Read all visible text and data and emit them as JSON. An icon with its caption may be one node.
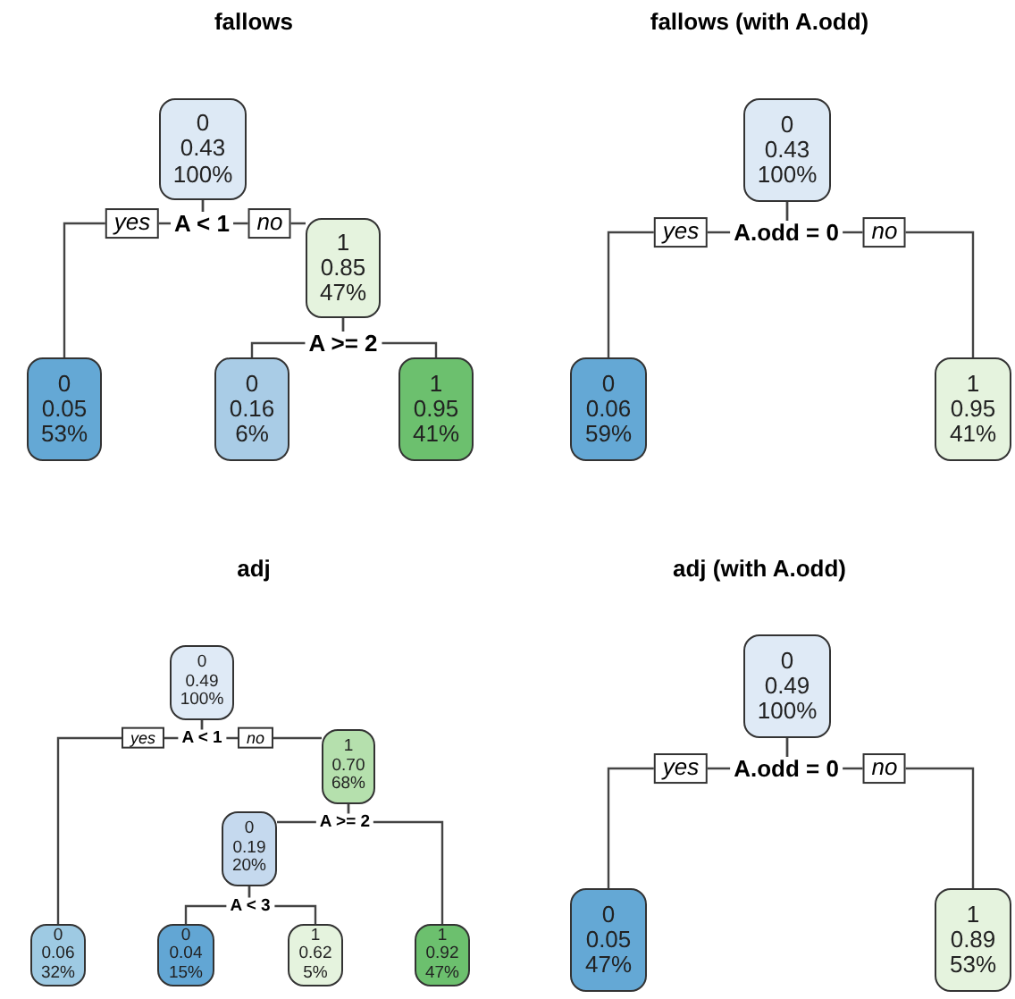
{
  "diagram": {
    "nodes": [
      {
        "text": [
          "0",
          "0.43",
          "100%"
        ],
        "beside": [
          "A < 1"
        ]
      },
      {
        "text": [
          "1",
          "0.85",
          "47%"
        ],
        "beside": [
          "A >= 2"
        ]
      },
      {
        "text": [
          "0",
          "0.05",
          "53%"
        ]
      },
      {
        "text": [
          "0",
          "0.16",
          "6%"
        ]
      },
      {
        "text": [
          "1",
          "0.95",
          "41%"
        ]
      },
      {
        "text": [
          "0",
          "0.43",
          "100%"
        ],
        "beside": [
          "A.odd = 0"
        ]
      },
      {
        "text": [
          "0",
          "0.06",
          "59%"
        ]
      },
      {
        "text": [
          "1",
          "0.95",
          "41%"
        ]
      },
      {
        "text": [
          "0",
          "0.49",
          "100%"
        ],
        "beside": [
          "A < 1"
        ]
      },
      {
        "text": [
          "1",
          "0.70",
          "68%"
        ],
        "beside": [
          "A >= 2"
        ]
      },
      {
        "text": [
          "0",
          "0.19",
          "20%"
        ],
        "beside": [
          "A < 3"
        ]
      },
      {
        "text": [
          "0",
          "0.06",
          "32%"
        ]
      },
      {
        "text": [
          "0",
          "0.04",
          "15%"
        ]
      },
      {
        "text": [
          "1",
          "0.62",
          "5%"
        ]
      },
      {
        "text": [
          "1",
          "0.92",
          "47%"
        ]
      },
      {
        "text": [
          "0",
          "0.49",
          "100%"
        ],
        "beside": [
          "A.odd = 0"
        ]
      },
      {
        "text": [
          "0",
          "0.05",
          "47%"
        ]
      },
      {
        "text": [
          "1",
          "0.89",
          "53%"
        ]
      }
    ],
    "edges": [
      {
        "from": 0,
        "to": 2,
        "arrow": "none",
        "label": "yes"
      },
      {
        "from": 0,
        "to": 1,
        "arrow": "none",
        "label": "no"
      },
      {
        "from": 1,
        "to": 3,
        "arrow": "none"
      },
      {
        "from": 1,
        "to": 4,
        "arrow": "none"
      },
      {
        "from": 5,
        "to": 6,
        "arrow": "none",
        "label": "yes"
      },
      {
        "from": 5,
        "to": 7,
        "arrow": "none",
        "label": "no"
      },
      {
        "from": 8,
        "to": 11,
        "arrow": "none",
        "label": "yes"
      },
      {
        "from": 8,
        "to": 9,
        "arrow": "none",
        "label": "no"
      },
      {
        "from": 9,
        "to": 10,
        "arrow": "none"
      },
      {
        "from": 9,
        "to": 14,
        "arrow": "none"
      },
      {
        "from": 10,
        "to": 12,
        "arrow": "none"
      },
      {
        "from": 10,
        "to": 13,
        "arrow": "none"
      },
      {
        "from": 15,
        "to": 16,
        "arrow": "none",
        "label": "yes"
      },
      {
        "from": 15,
        "to": 17,
        "arrow": "none",
        "label": "no"
      }
    ],
    "labels": [
      "fallows",
      "fallows (with A.odd)",
      "adj",
      "adj (with A.odd)"
    ]
  }
}
